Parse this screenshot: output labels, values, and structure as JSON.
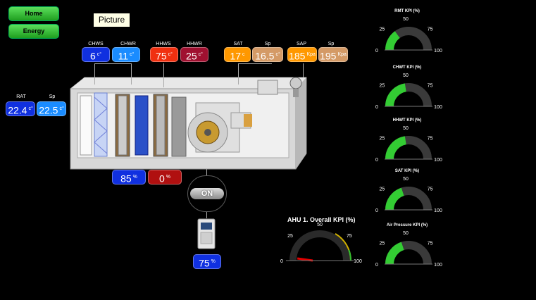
{
  "nav": {
    "home_label": "Home",
    "energy_label": "Energy"
  },
  "picture_label": "Picture",
  "chw": {
    "chws": {
      "label": "CHWS",
      "value": "6",
      "unit": "c°",
      "color": "#1030e0"
    },
    "chwr": {
      "label": "CHWR",
      "value": "11",
      "unit": "c°",
      "color": "#1a8cff"
    }
  },
  "hhw": {
    "hhws": {
      "label": "HHWS",
      "value": "75",
      "unit": "c°",
      "color": "#f03010"
    },
    "hhwr": {
      "label": "HHWR",
      "value": "25",
      "unit": "c°",
      "color": "#a01030"
    }
  },
  "sat": {
    "sat": {
      "label": "SAT",
      "value": "17",
      "unit": "c",
      "color": "#ff9800"
    },
    "sp": {
      "label": "Sp",
      "value": "16.5",
      "unit": "c°",
      "color": "#d49a66"
    }
  },
  "sap": {
    "sap": {
      "label": "SAP",
      "value": "185",
      "unit": "Kpa",
      "color": "#ff9800"
    },
    "sp": {
      "label": "Sp",
      "value": "195",
      "unit": "Kpa",
      "color": "#d49a66"
    }
  },
  "rat": {
    "rat": {
      "label": "RAT",
      "value": "22.4",
      "unit": "c°",
      "color": "#1030e0"
    },
    "sp": {
      "label": "Sp",
      "value": "22.5",
      "unit": "c°",
      "color": "#1a8cff"
    }
  },
  "valves": {
    "chw_valve": {
      "value": "85",
      "unit": "%",
      "color": "#1030e0"
    },
    "hhw_valve": {
      "value": "0",
      "unit": "%",
      "color": "#b01010"
    }
  },
  "fan": {
    "state_label": "ON",
    "vfd_value": "75",
    "vfd_unit": "%",
    "color": "#1030e0"
  },
  "gauges": [
    {
      "title": "RMT KPI (%)",
      "value": 30,
      "t0": "0",
      "t25": "25",
      "t50": "50",
      "t75": "75",
      "t100": "100"
    },
    {
      "title": "CHWT KPI (%)",
      "value": 45,
      "t0": "0",
      "t25": "25",
      "t50": "50",
      "t75": "75",
      "t100": "100"
    },
    {
      "title": "HHWT KPI (%)",
      "value": 45,
      "t0": "0",
      "t25": "25",
      "t50": "50",
      "t75": "75",
      "t100": "100"
    },
    {
      "title": "SAT KPI (%)",
      "value": 40,
      "t0": "0",
      "t25": "25",
      "t50": "50",
      "t75": "75",
      "t100": "100"
    },
    {
      "title": "Air Pressure KPI (%)",
      "value": 40,
      "t0": "0",
      "t25": "25",
      "t50": "50",
      "t75": "75",
      "t100": "100"
    }
  ],
  "overall": {
    "title": "AHU 1. Overall KPI (%)",
    "value": 3,
    "t0": "0",
    "t25": "25",
    "t50": "50",
    "t75": "75",
    "t100": "100"
  },
  "colors": {
    "gauge_green": "#33cc33",
    "gauge_bg": "#3a3a3a",
    "needle": "#e00000"
  }
}
